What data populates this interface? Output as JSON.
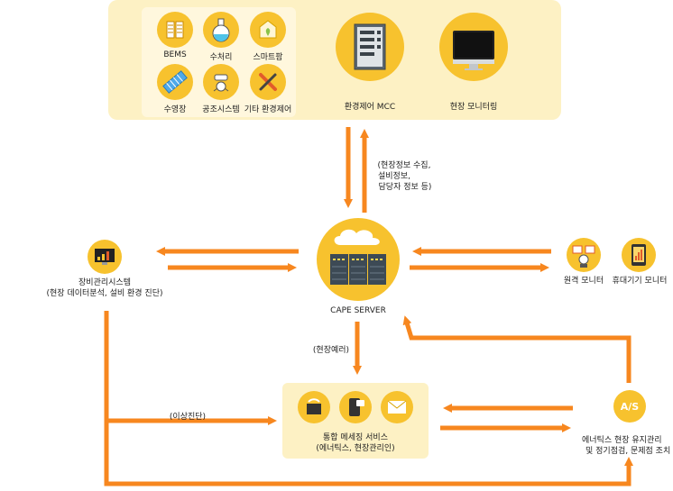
{
  "top_panel": {
    "icons": [
      {
        "label": "BEMS",
        "icon": "building-icon"
      },
      {
        "label": "수처리",
        "icon": "flask-icon"
      },
      {
        "label": "스마트팜",
        "icon": "smart-farm-icon"
      },
      {
        "label": "수영장",
        "icon": "pool-icon"
      },
      {
        "label": "공조시스템",
        "icon": "hvac-icon"
      },
      {
        "label": "기타 환경제어",
        "icon": "tools-icon"
      }
    ],
    "mcc_label": "환경제어 MCC",
    "monitoring_label": "현장 모니터링"
  },
  "collect_note": [
    "(현장정보 수집,",
    "설비정보,",
    "담당자 정보 등)"
  ],
  "server_label": "CAPE SERVER",
  "equipment": {
    "title": "장비관리시스템",
    "subtitle": "(현장 데이터분석, 설비 환경 진단)"
  },
  "remote_monitor_label": "원격 모니터",
  "mobile_monitor_label": "휴대기기 모니터",
  "field_request_label": "(현장예러)",
  "anomaly_label": "(이상진단)",
  "messaging": {
    "title": "통합 메세징 서비스",
    "subtitle": "(에너틱스, 현장관리인)"
  },
  "as_badge": "A/S",
  "maintenance": {
    "line1": "에너틱스 현장 유지관리",
    "line2": "및 정기점검, 문제점 조치"
  },
  "colors": {
    "arrow": "#f7871f",
    "circle": "#f7c22e",
    "panel": "#fdf1c4"
  }
}
